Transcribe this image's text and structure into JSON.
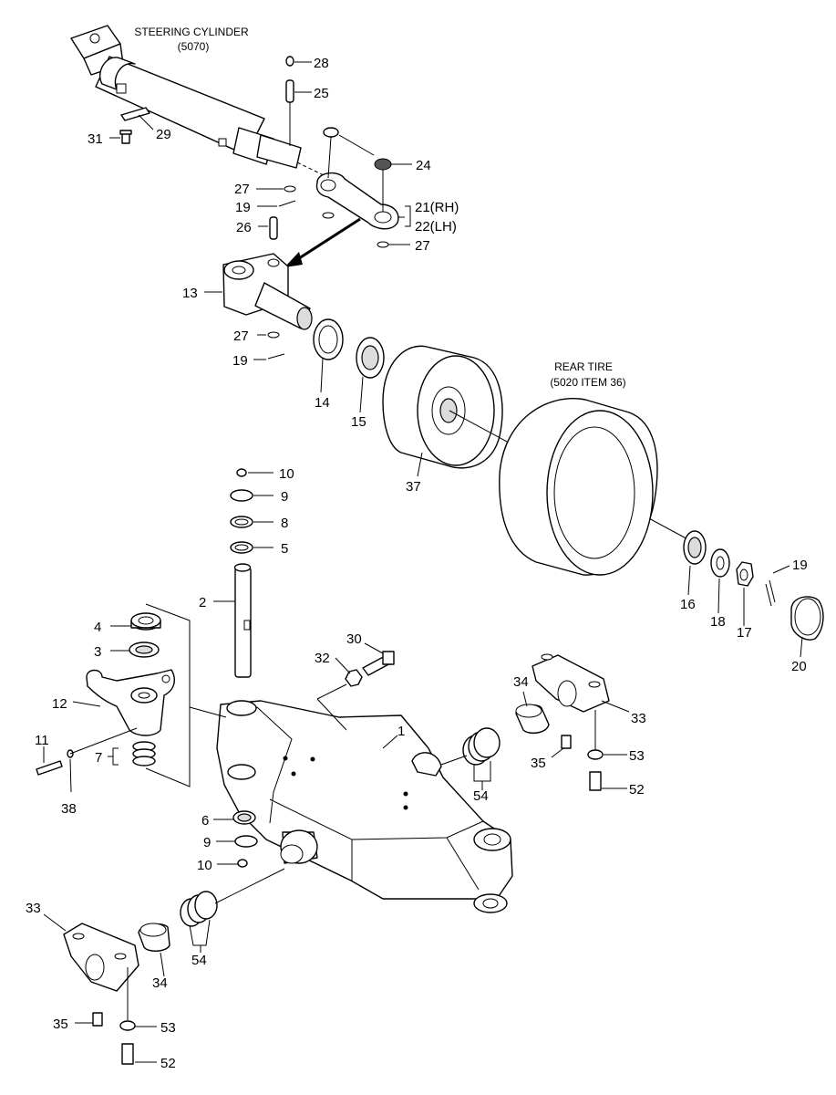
{
  "notes": {
    "steering_cylinder": "STEERING CYLINDER",
    "steering_cylinder_ref": "(5070)",
    "rear_tire": "REAR TIRE",
    "rear_tire_ref": "(5020 ITEM 36)"
  },
  "callouts": {
    "p28": "28",
    "p25": "25",
    "p29": "29",
    "p31": "31",
    "p24": "24",
    "p27a": "27",
    "p19a": "19",
    "p21": "21(RH)",
    "p22": "22(LH)",
    "p26": "26",
    "p27b": "27",
    "p13": "13",
    "p27c": "27",
    "p19b": "19",
    "p14": "14",
    "p15": "15",
    "p37": "37",
    "p10a": "10",
    "p9a": "9",
    "p8": "8",
    "p5": "5",
    "p2": "2",
    "p4": "4",
    "p3": "3",
    "p12": "12",
    "p11": "11",
    "p7": "7",
    "p38": "38",
    "p30": "30",
    "p32": "32",
    "p1": "1",
    "p6": "6",
    "p9b": "9",
    "p10b": "10",
    "p16": "16",
    "p18": "18",
    "p17": "17",
    "p19c": "19",
    "p20": "20",
    "p34a": "34",
    "p33a": "33",
    "p35a": "35",
    "p53a": "53",
    "p52a": "52",
    "p54a": "54",
    "p33b": "33",
    "p34b": "34",
    "p54b": "54",
    "p35b": "35",
    "p53b": "53",
    "p52b": "52"
  }
}
